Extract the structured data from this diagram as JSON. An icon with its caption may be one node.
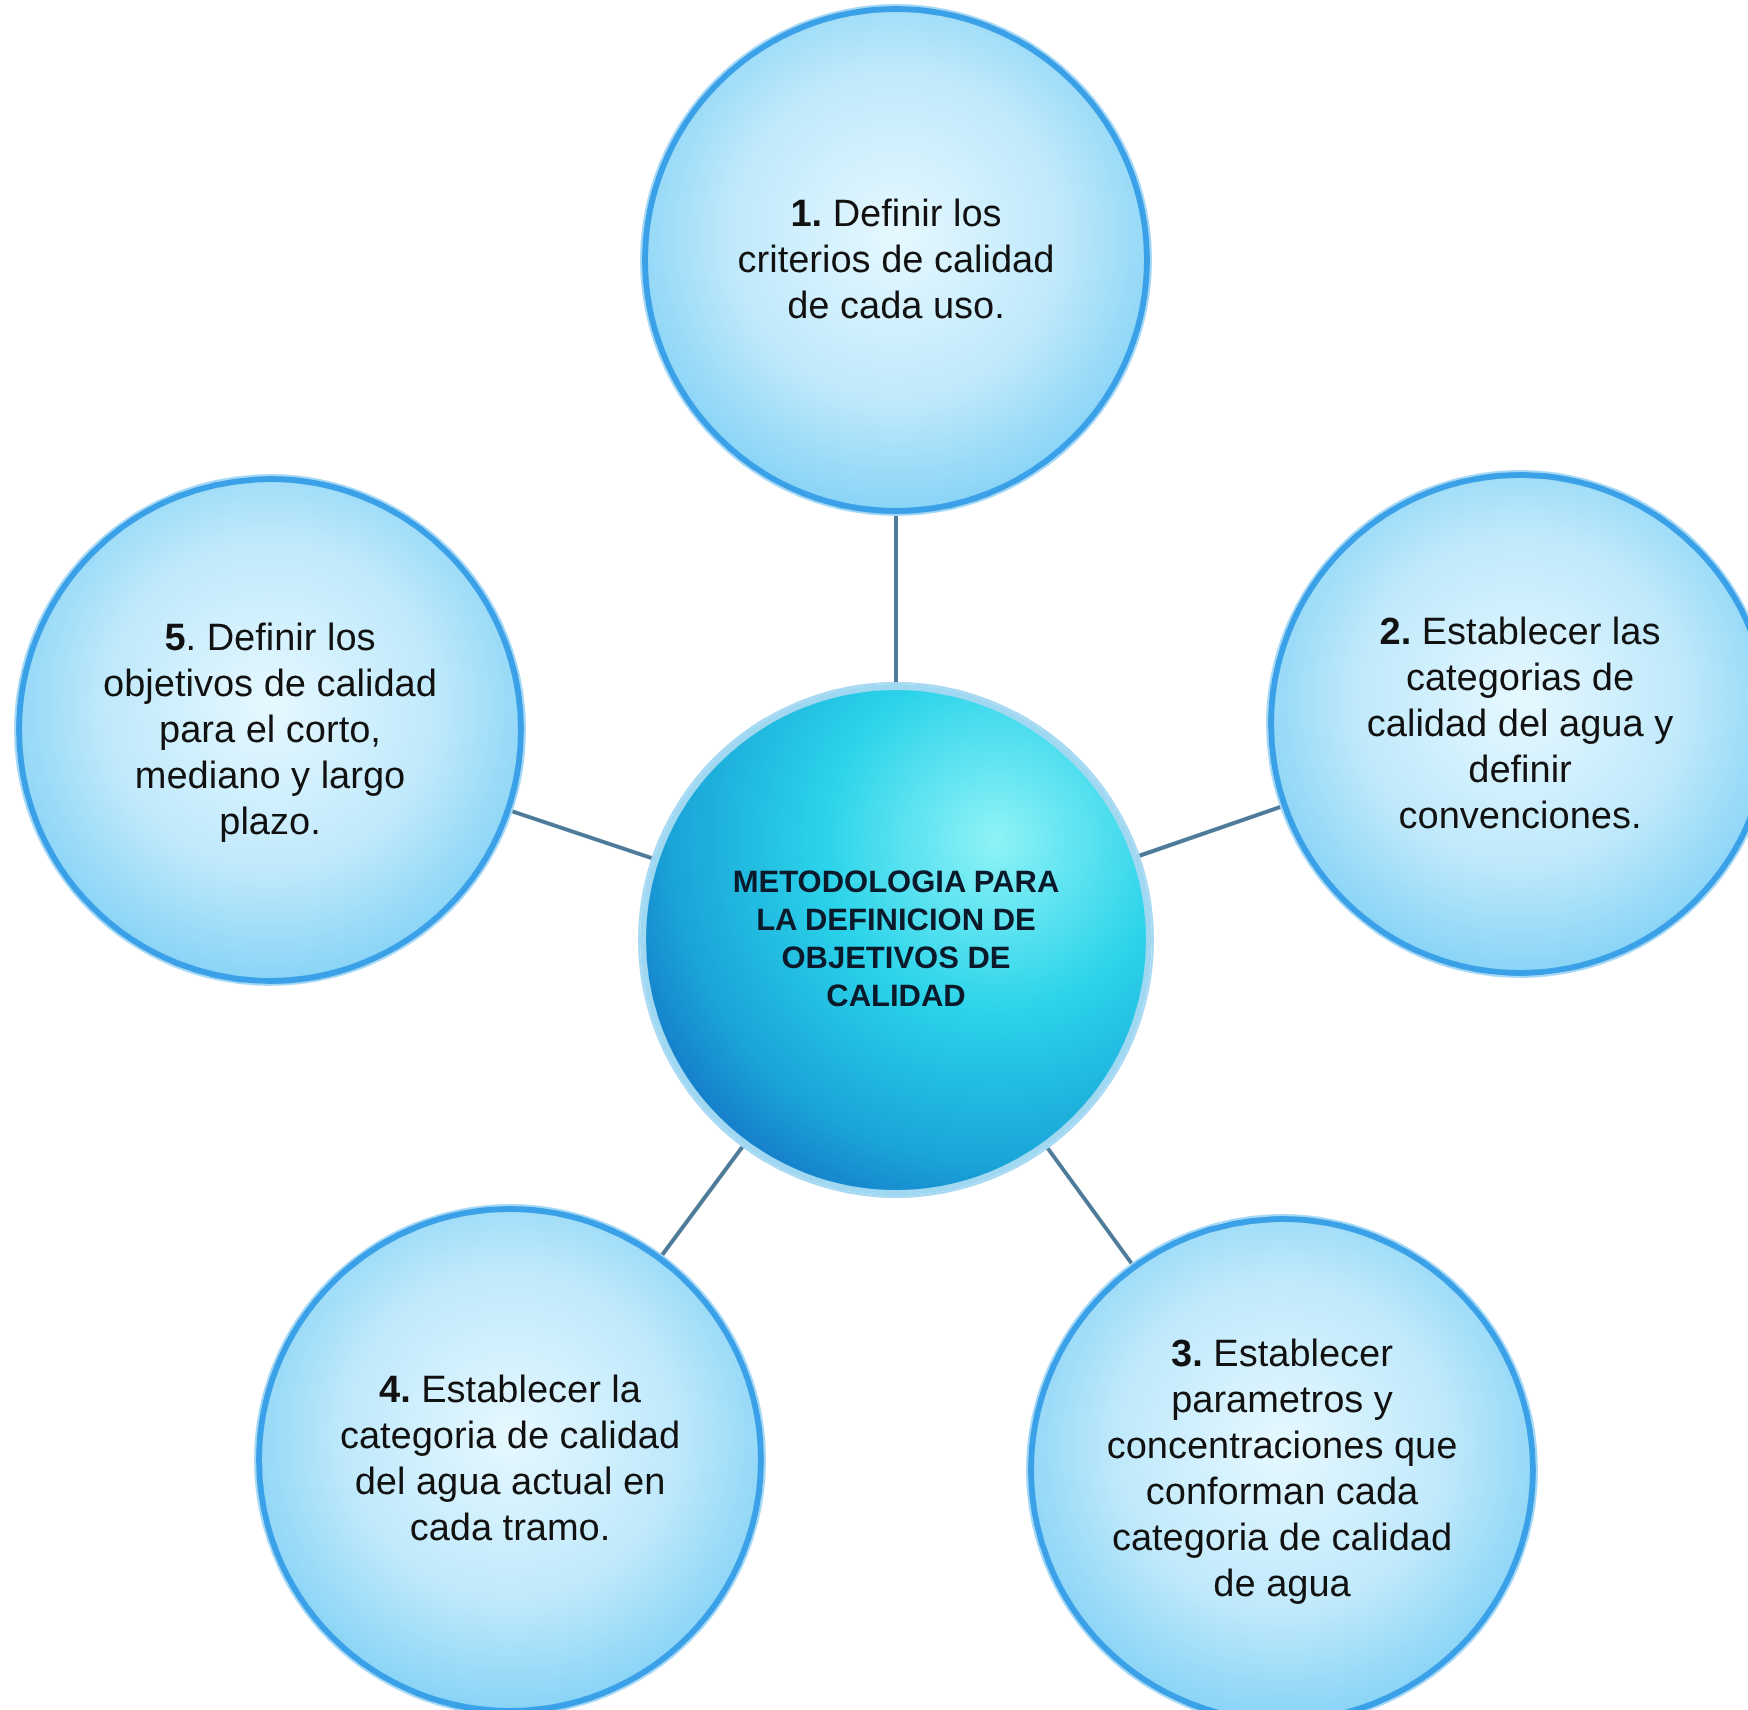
{
  "diagram": {
    "nodes": [
      {
        "text": [
          "METODOLOGIA PARA LA DEFINICION DE OBJETIVOS DE CALIDAD"
        ]
      },
      {
        "text": [
          "**1.** Definir los criterios de calidad de cada uso."
        ]
      },
      {
        "text": [
          "**2.** Establecer las categorias de calidad del agua y definir convenciones."
        ]
      },
      {
        "text": [
          "**3.** Establecer parametros y concentraciones que conforman cada categoria de calidad de agua"
        ]
      },
      {
        "text": [
          "**4.** Establecer la categoria de calidad del agua actual en cada tramo."
        ]
      },
      {
        "text": [
          "**5**. Definir los objetivos de calidad para el corto, mediano y largo plazo."
        ]
      }
    ],
    "edges": [
      {
        "from": 0,
        "to": 1,
        "arrow": "none"
      },
      {
        "from": 0,
        "to": 2,
        "arrow": "none"
      },
      {
        "from": 0,
        "to": 3,
        "arrow": "none"
      },
      {
        "from": 0,
        "to": 4,
        "arrow": "none"
      },
      {
        "from": 0,
        "to": 5,
        "arrow": "none"
      }
    ]
  }
}
